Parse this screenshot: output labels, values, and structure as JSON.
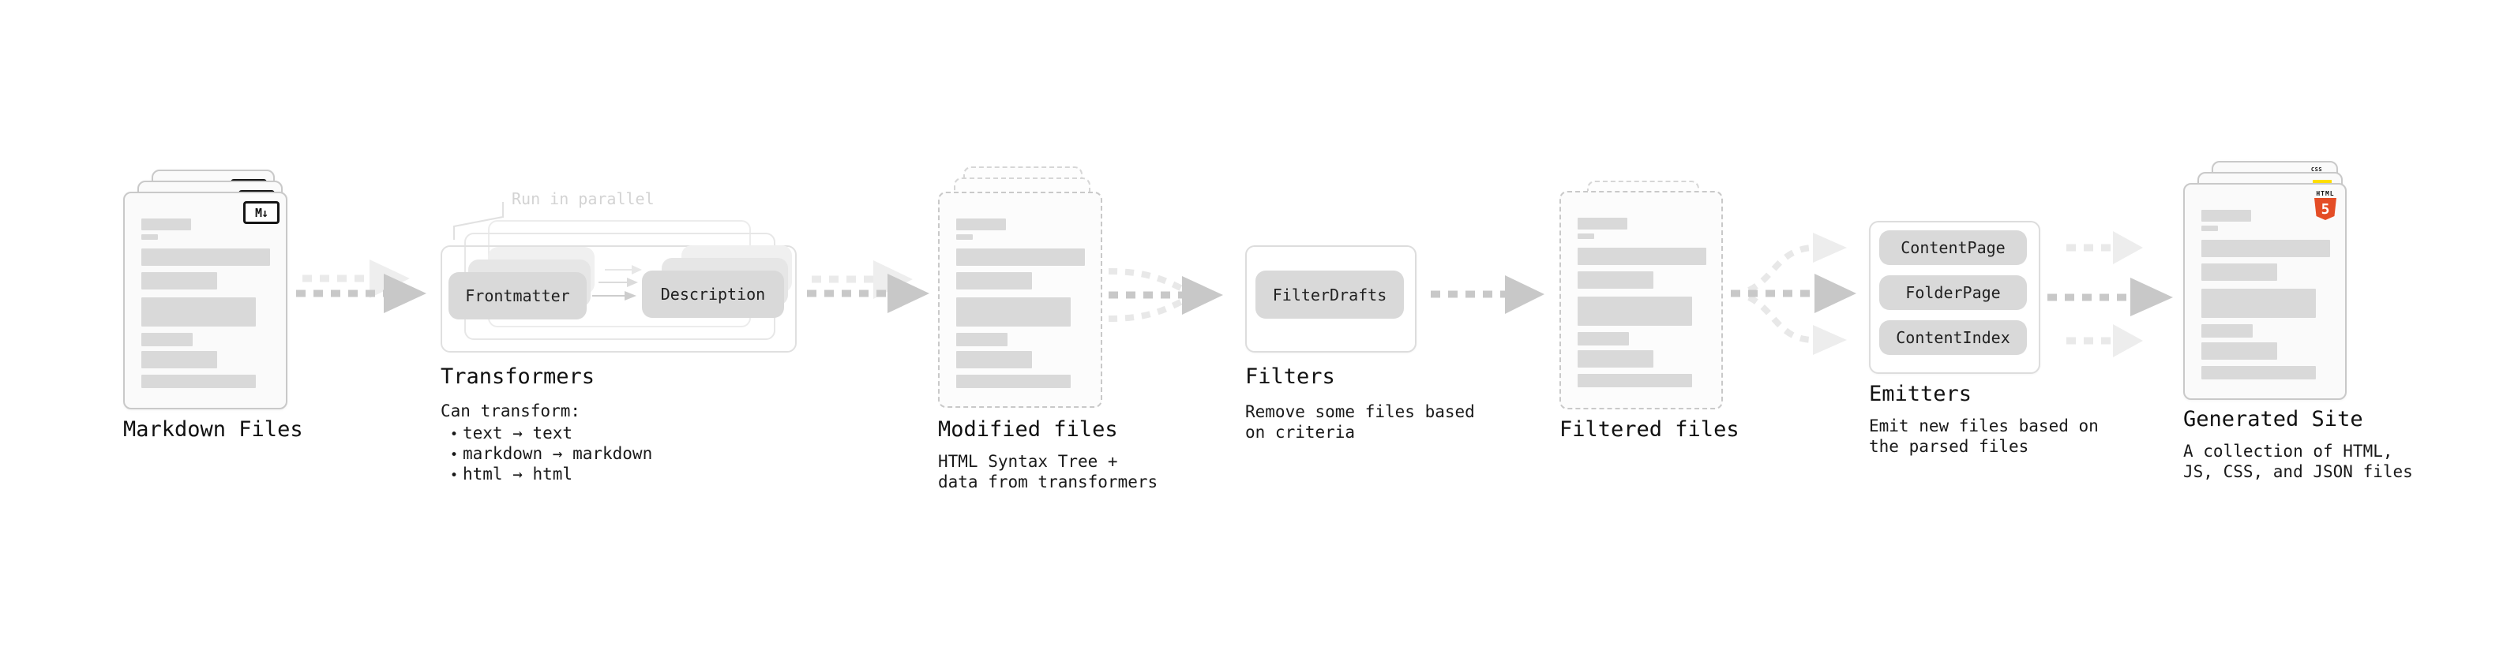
{
  "sections": {
    "markdown": {
      "title": "Markdown Files",
      "file_icon": "M↓"
    },
    "transformers": {
      "title": "Transformers",
      "annotation": "Run in parallel",
      "desc_heading": "Can transform:",
      "bullet_char": "•",
      "bullets": [
        "text → text",
        "markdown → markdown",
        "html → html"
      ],
      "pills": [
        "Frontmatter",
        "Description"
      ]
    },
    "modified": {
      "title": "Modified files",
      "desc_lines": [
        "HTML Syntax Tree +",
        "data from transformers"
      ]
    },
    "filters": {
      "title": "Filters",
      "pill": "FilterDrafts",
      "desc_lines": [
        "Remove some files based",
        "on criteria"
      ]
    },
    "filtered": {
      "title": "Filtered files"
    },
    "emitters": {
      "title": "Emitters",
      "pills": [
        "ContentPage",
        "FolderPage",
        "ContentIndex"
      ],
      "desc_lines": [
        "Emit new files based on",
        "the parsed files"
      ]
    },
    "generated": {
      "title": "Generated Site",
      "desc_lines": [
        "A collection of HTML,",
        "JS, CSS, and JSON files"
      ],
      "html5_icon": {
        "label": "HTML",
        "number": "5"
      },
      "css_icon": {
        "label": "CSS"
      }
    }
  },
  "colors": {
    "html5_orange": "#E44D26",
    "js_yellow": "#FFDF00",
    "css_blue": "#2965F1"
  }
}
